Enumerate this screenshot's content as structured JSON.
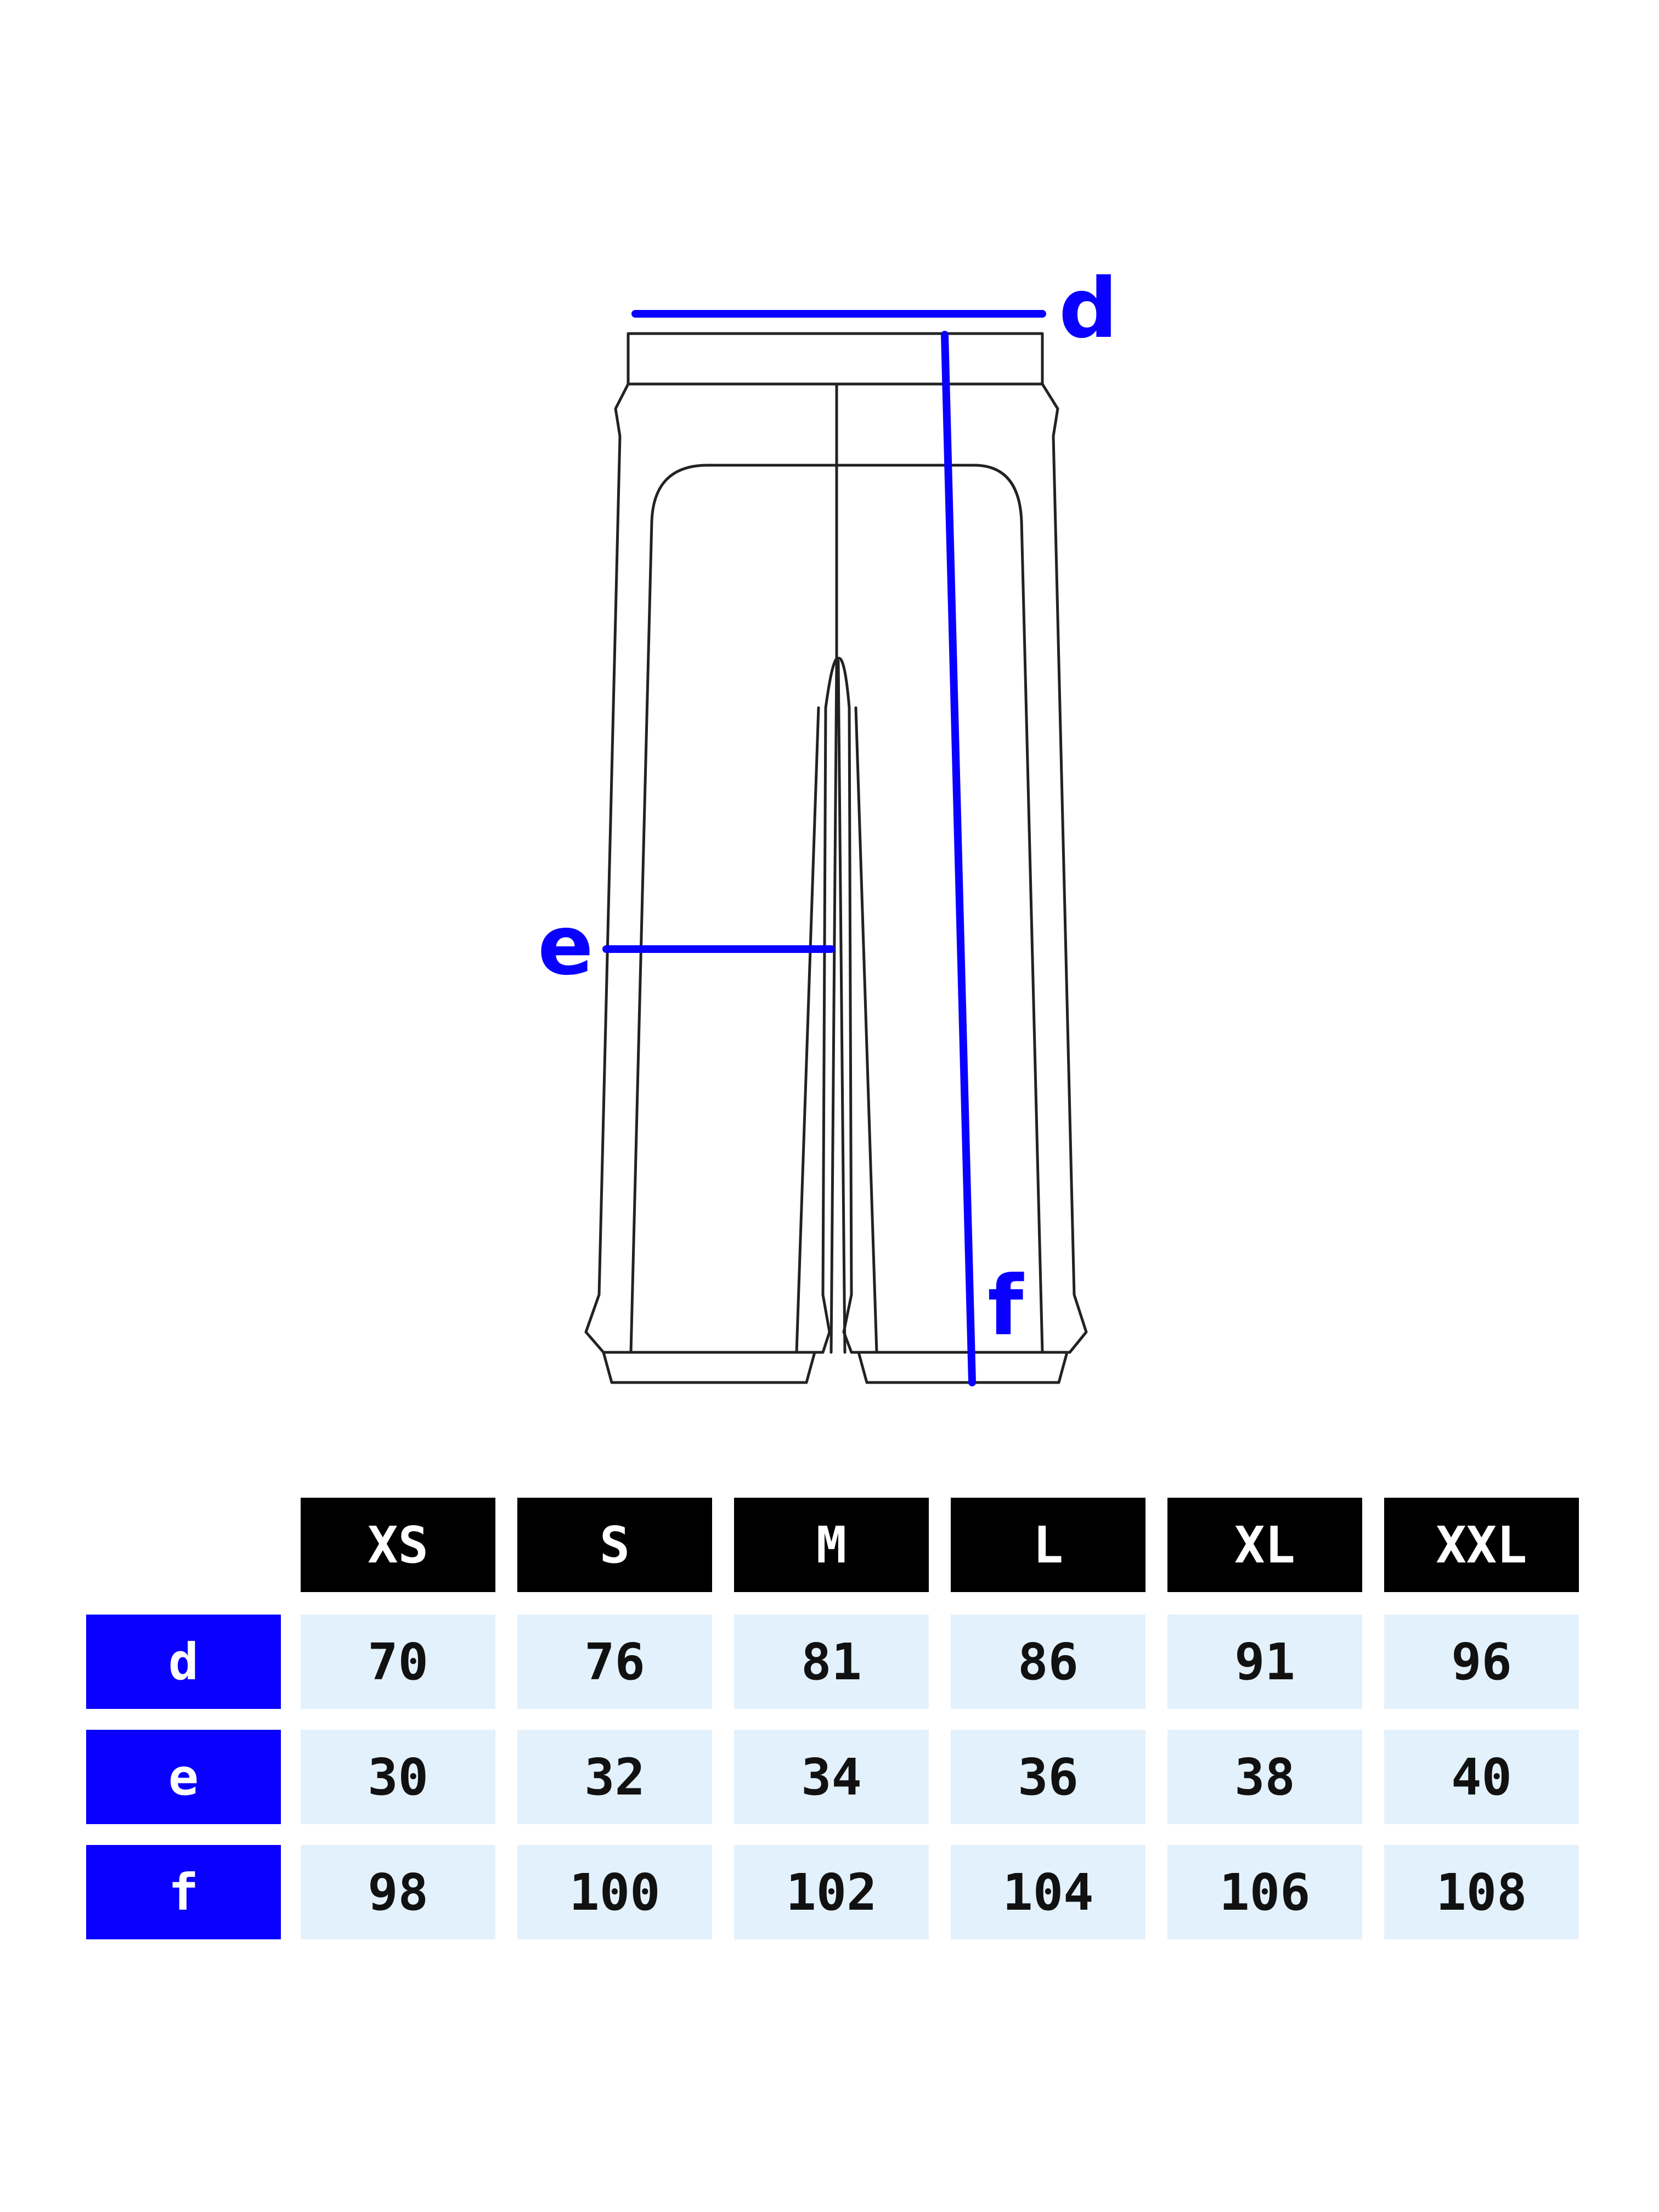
{
  "diagram": {
    "labels": {
      "d": "d",
      "e": "e",
      "f": "f"
    }
  },
  "colors": {
    "accent": "#0a00ff",
    "header_bg": "#000000",
    "cell_bg": "#e3f1fc",
    "outline": "#222222"
  },
  "table": {
    "sizes": [
      "XS",
      "S",
      "M",
      "L",
      "XL",
      "XXL"
    ],
    "rows": [
      {
        "label": "d",
        "values": [
          "70",
          "76",
          "81",
          "86",
          "91",
          "96"
        ]
      },
      {
        "label": "e",
        "values": [
          "30",
          "32",
          "34",
          "36",
          "38",
          "40"
        ]
      },
      {
        "label": "f",
        "values": [
          "98",
          "100",
          "102",
          "104",
          "106",
          "108"
        ]
      }
    ]
  }
}
